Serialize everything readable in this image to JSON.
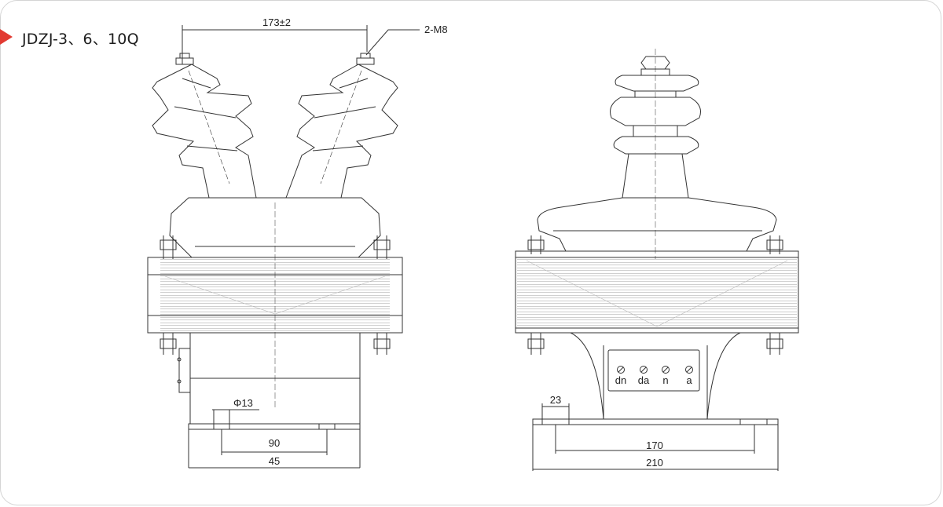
{
  "title": "JDZJ-3、6、10Q",
  "front_view": {
    "dim_top": "173±2",
    "dim_bolt": "2-M8",
    "dim_hole": "Φ13",
    "dim_inner": "90",
    "dim_outer": "45"
  },
  "side_view": {
    "dim_offset": "23",
    "dim_inner": "170",
    "dim_outer": "210",
    "terminals": [
      "dn",
      "da",
      "n",
      "a"
    ]
  },
  "colors": {
    "marker": "#e23a32",
    "line": "#333333",
    "frame": "#d4d4d4"
  }
}
